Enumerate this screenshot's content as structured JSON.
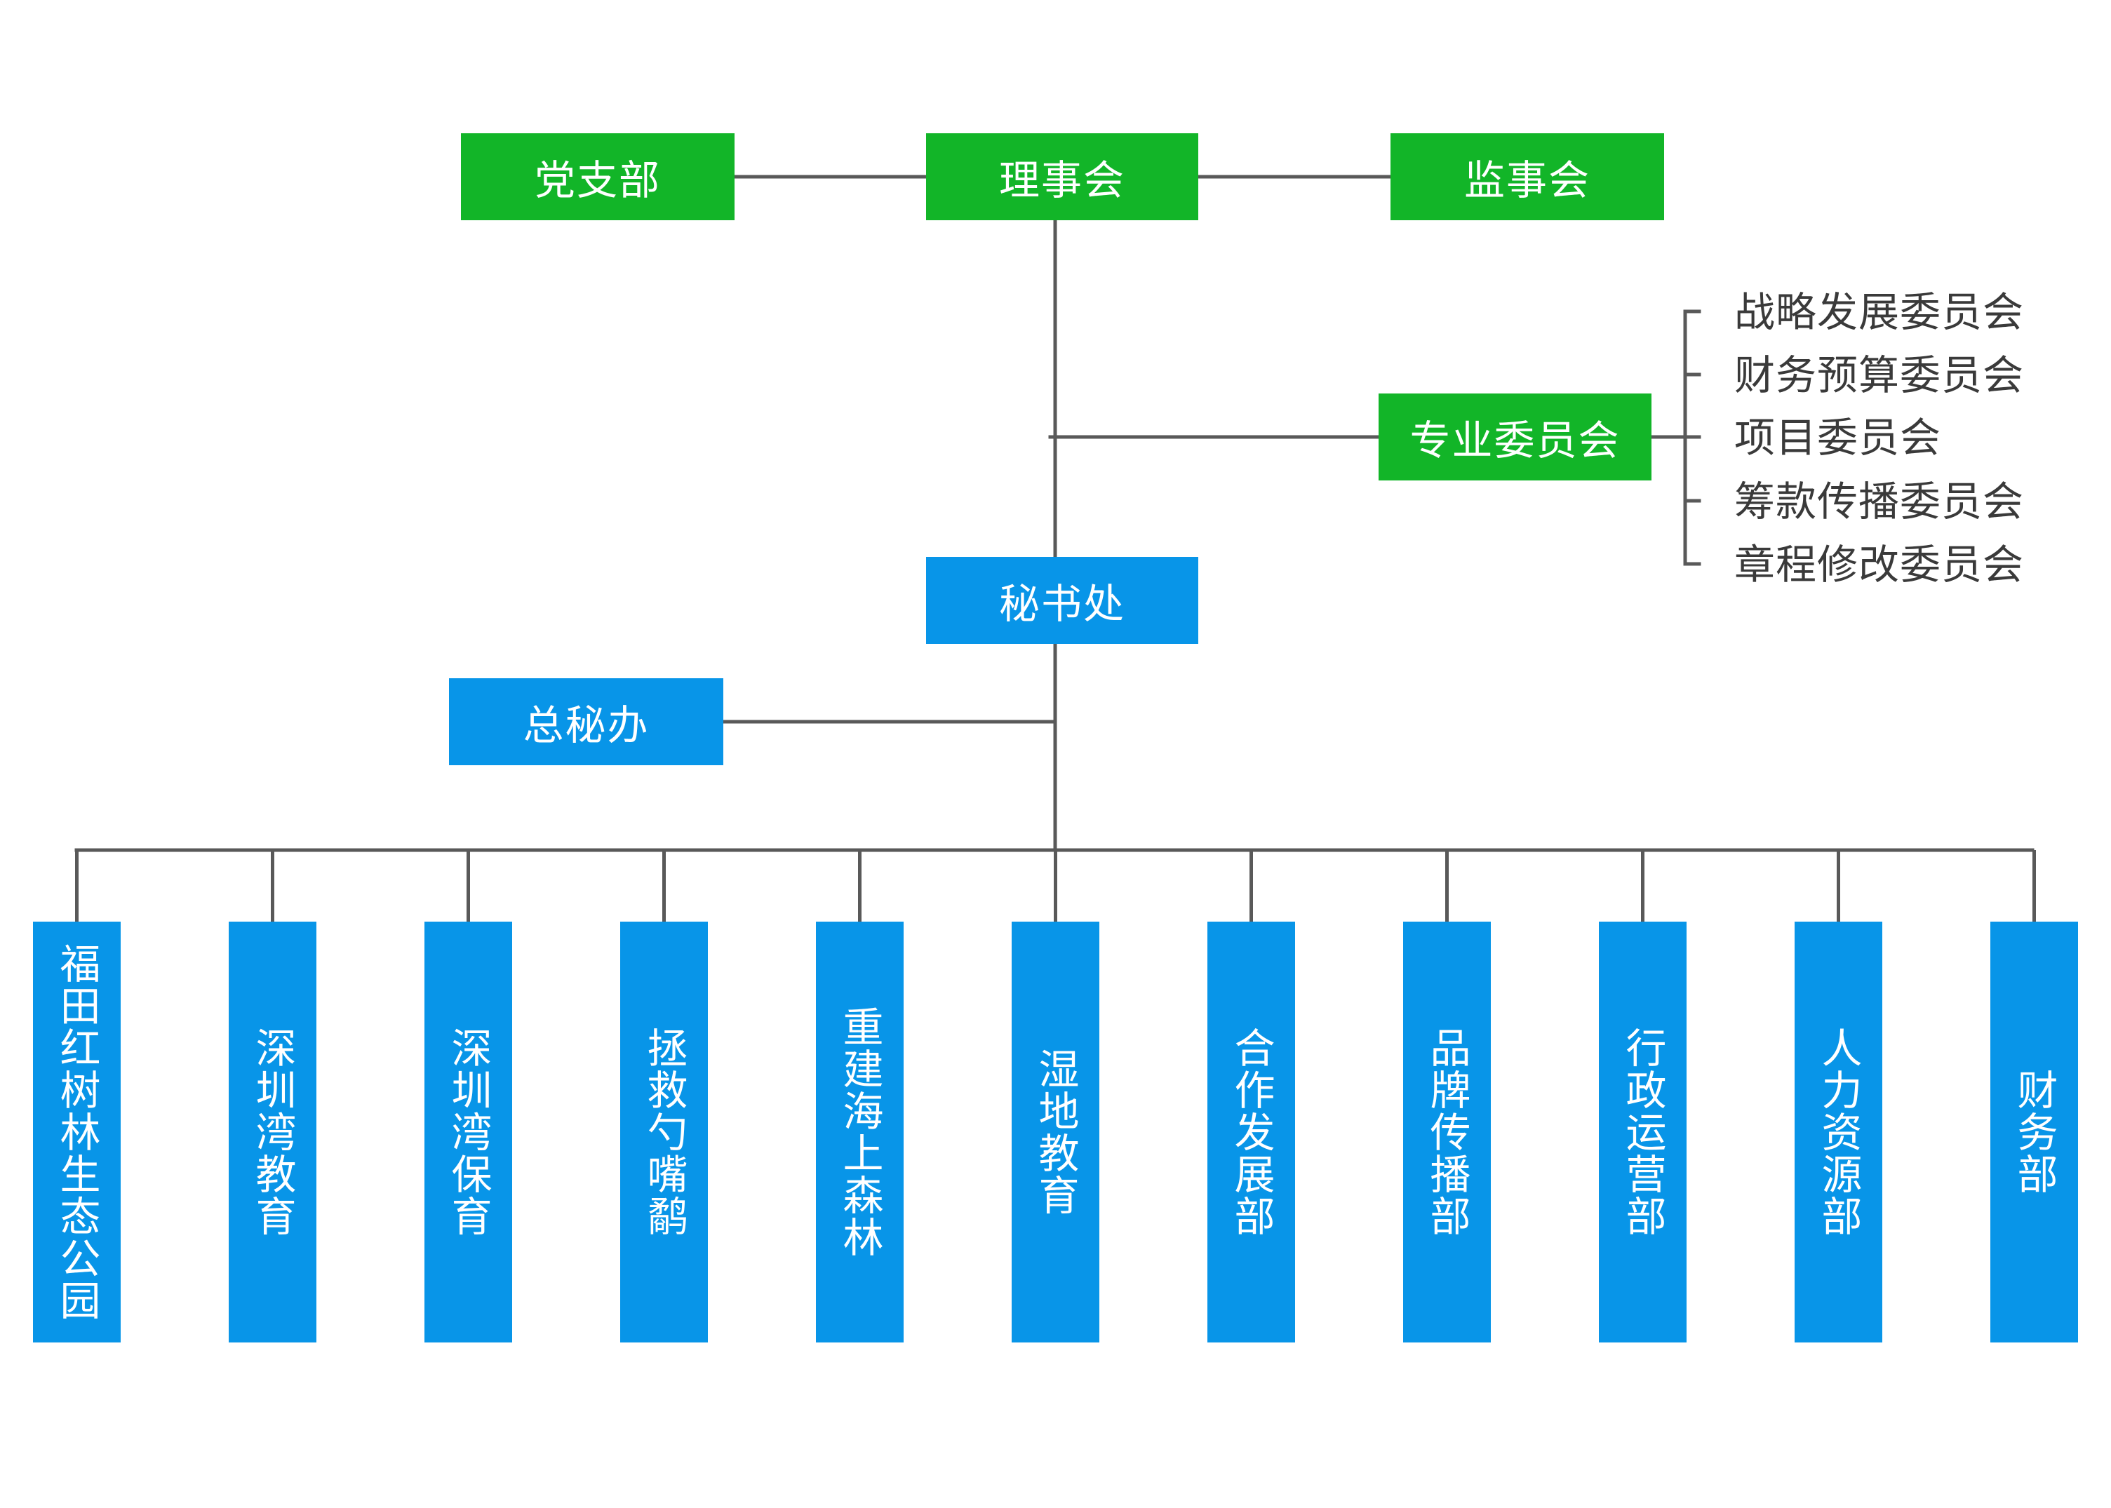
{
  "colors": {
    "governance": "#12b528",
    "executive": "#0895e8",
    "connector": "#595959",
    "text_dark": "#3a3a3a"
  },
  "governance": {
    "party_branch": "党支部",
    "board": "理事会",
    "supervisors": "监事会",
    "special_committees": "专业委员会"
  },
  "committees": [
    "战略发展委员会",
    "财务预算委员会",
    "项目委员会",
    "筹款传播委员会",
    "章程修改委员会"
  ],
  "executive": {
    "secretariat": "秘书处",
    "general_office": "总秘办"
  },
  "departments": [
    "福田红树林生态公园",
    "深圳湾教育",
    "深圳湾保育",
    "拯救勺嘴鹬",
    "重建海上森林",
    "湿地教育",
    "合作发展部",
    "品牌传播部",
    "行政运营部",
    "人力资源部",
    "财务部"
  ]
}
